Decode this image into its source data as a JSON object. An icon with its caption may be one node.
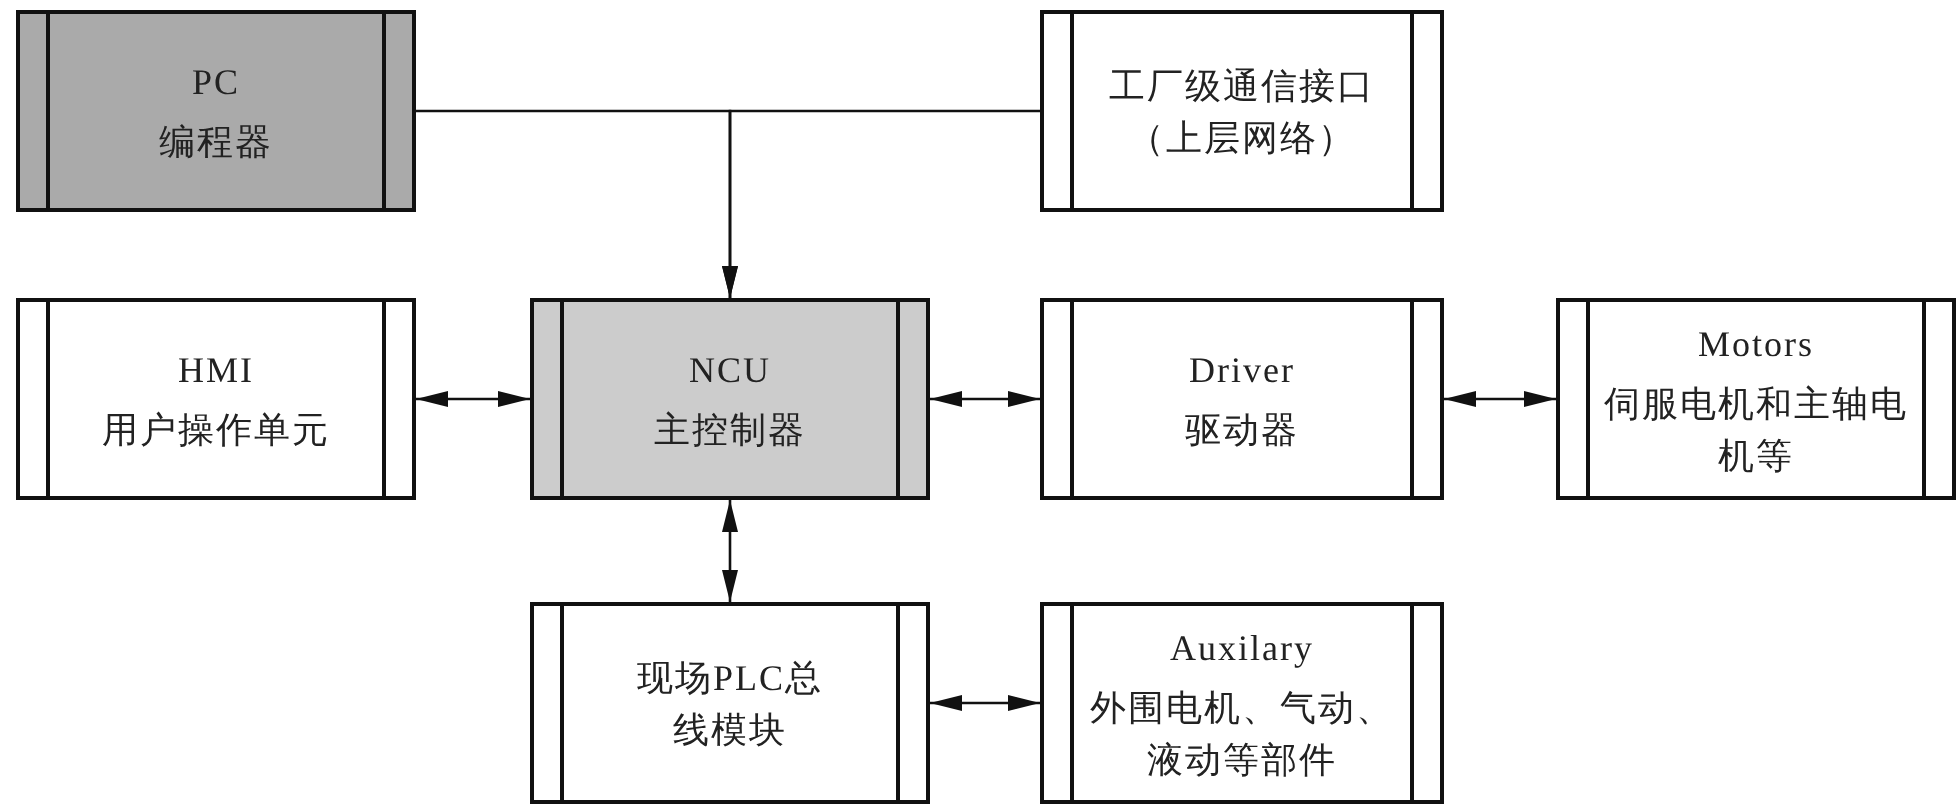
{
  "diagram": {
    "nodes": [
      {
        "text": [
          "PC",
          "编程器"
        ]
      },
      {
        "text": [
          "工厂级通信接口（上层网络）"
        ]
      },
      {
        "text": [
          "HMI",
          "用户操作单元"
        ]
      },
      {
        "text": [
          "NCU",
          "主控制器"
        ]
      },
      {
        "text": [
          "Driver",
          "驱动器"
        ]
      },
      {
        "text": [
          "Motors",
          "伺服电机和主轴电机等"
        ]
      },
      {
        "text": [
          "现场PLC总线模块"
        ]
      },
      {
        "text": [
          "Auxilary",
          "外围电机、气动、液动等部件"
        ]
      }
    ],
    "edges": [
      {
        "from": 0,
        "to": 3,
        "arrow": "to"
      },
      {
        "from": 1,
        "to": 3,
        "arrow": "to"
      },
      {
        "from": 2,
        "to": 3,
        "arrow": "both"
      },
      {
        "from": 3,
        "to": 4,
        "arrow": "both"
      },
      {
        "from": 4,
        "to": 5,
        "arrow": "both"
      },
      {
        "from": 3,
        "to": 6,
        "arrow": "both"
      },
      {
        "from": 6,
        "to": 7,
        "arrow": "both"
      }
    ]
  }
}
